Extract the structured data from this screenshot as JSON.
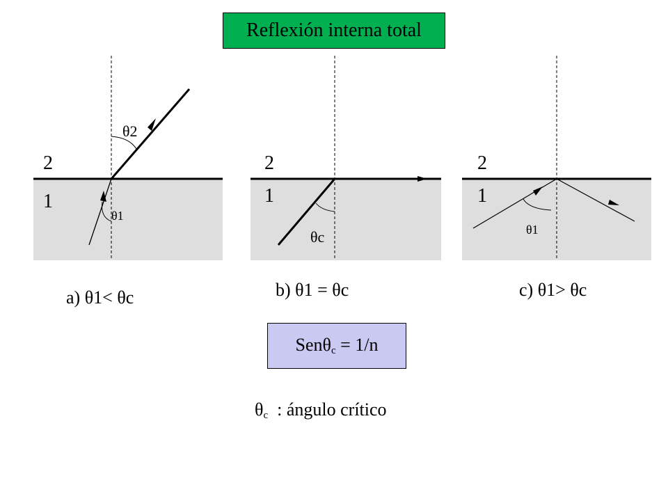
{
  "title": {
    "text": "Reflexión interna total",
    "bg": "#00b050"
  },
  "medium_color": "#dedede",
  "formula": {
    "sin": "Sen",
    "theta": "θ",
    "sub": "c",
    "rest": " = 1/n",
    "bg": "#c9c9f2"
  },
  "legend": {
    "theta": "θ",
    "sub": "c",
    "text": "  : ángulo crítico"
  },
  "panels": {
    "a": {
      "label_upper": "2",
      "label_lower": "1",
      "angle_incident": "θ1",
      "angle_refracted": "θ2",
      "caption": "a) θ1< θc"
    },
    "b": {
      "label_upper": "2",
      "label_lower": "1",
      "angle_critical": "θc",
      "caption": "b) θ1 = θc"
    },
    "c": {
      "label_upper": "2",
      "label_lower": "1",
      "angle_incident": "θ1",
      "caption": "c) θ1> θc"
    }
  }
}
